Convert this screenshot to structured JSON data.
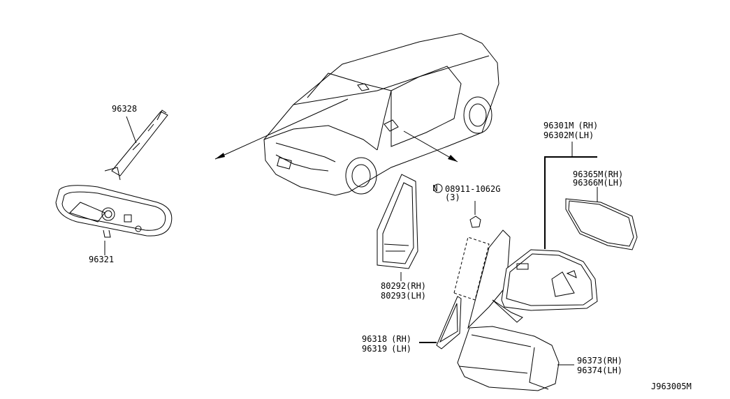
{
  "diagram_code": "J963005M",
  "parts": {
    "p96328": {
      "number": "96328"
    },
    "p96321": {
      "number": "96321"
    },
    "p80292": {
      "number": "80292",
      "side": "(RH)"
    },
    "p80293": {
      "number": "80293",
      "side": "(LH)"
    },
    "nut": {
      "symbol": "N",
      "number": "08911-1062G",
      "qty": "(3)"
    },
    "p96301M": {
      "number": "96301M",
      "side": "(RH)"
    },
    "p96302M": {
      "number": "96302M",
      "side": "(LH)"
    },
    "p96365M": {
      "number": "96365M",
      "side": "(RH)"
    },
    "p96366M": {
      "number": "96366M",
      "side": "(LH)"
    },
    "p96318": {
      "number": "96318",
      "side": "(RH)"
    },
    "p96319": {
      "number": "96319",
      "side": "(LH)"
    },
    "p96373": {
      "number": "96373",
      "side": "(RH)"
    },
    "p96374": {
      "number": "96374",
      "side": "(LH)"
    }
  }
}
